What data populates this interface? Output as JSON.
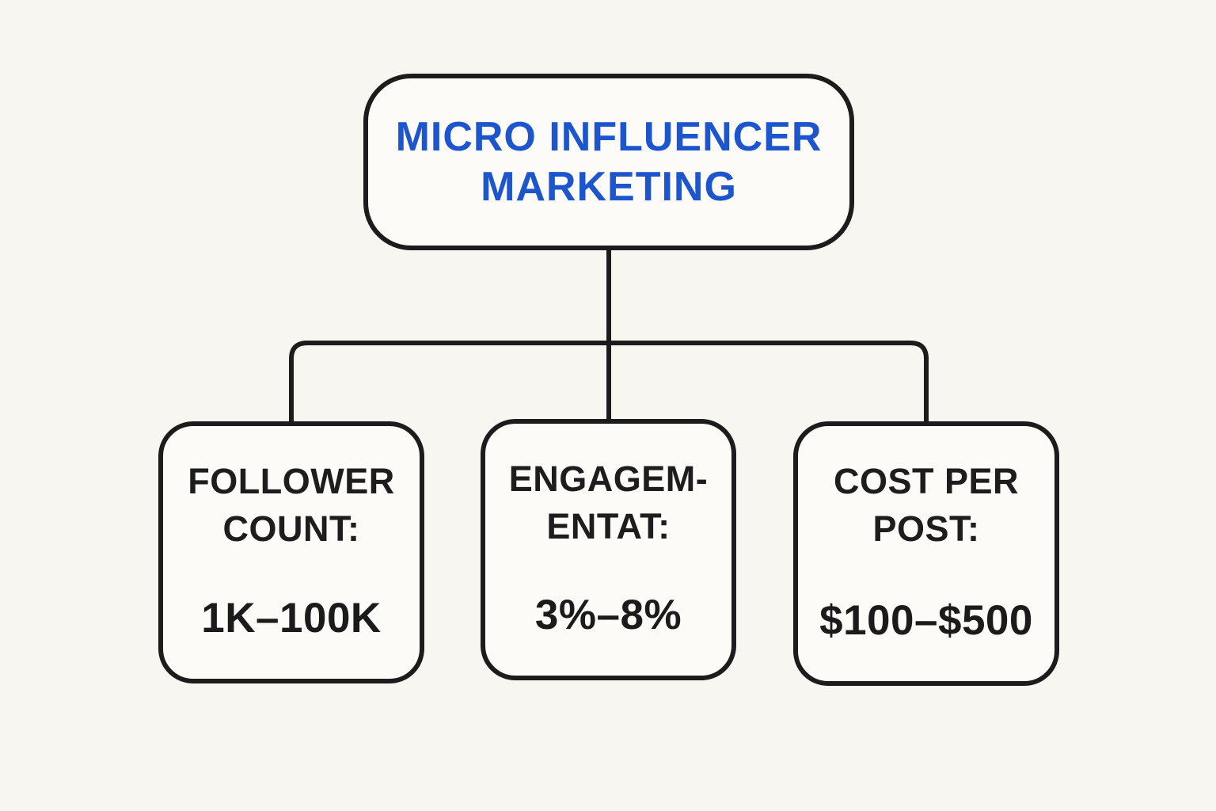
{
  "page": {
    "background_color": "#f8f6f1",
    "box_fill_color": "#fcfbf8",
    "line_color": "#1c1c1c",
    "accent_blue": "#1d55cd"
  },
  "root_node": {
    "title": "MICRO INFLUENCER\nMARKETING"
  },
  "child_nodes": [
    {
      "label": "FOLLOWER\nCOUNT:",
      "value": "1K–100K"
    },
    {
      "label": "ENGAGEM-\nENTAT:",
      "value": "3%–8%"
    },
    {
      "label": "COST PER\nPOST:",
      "value": "$100–$500"
    }
  ]
}
